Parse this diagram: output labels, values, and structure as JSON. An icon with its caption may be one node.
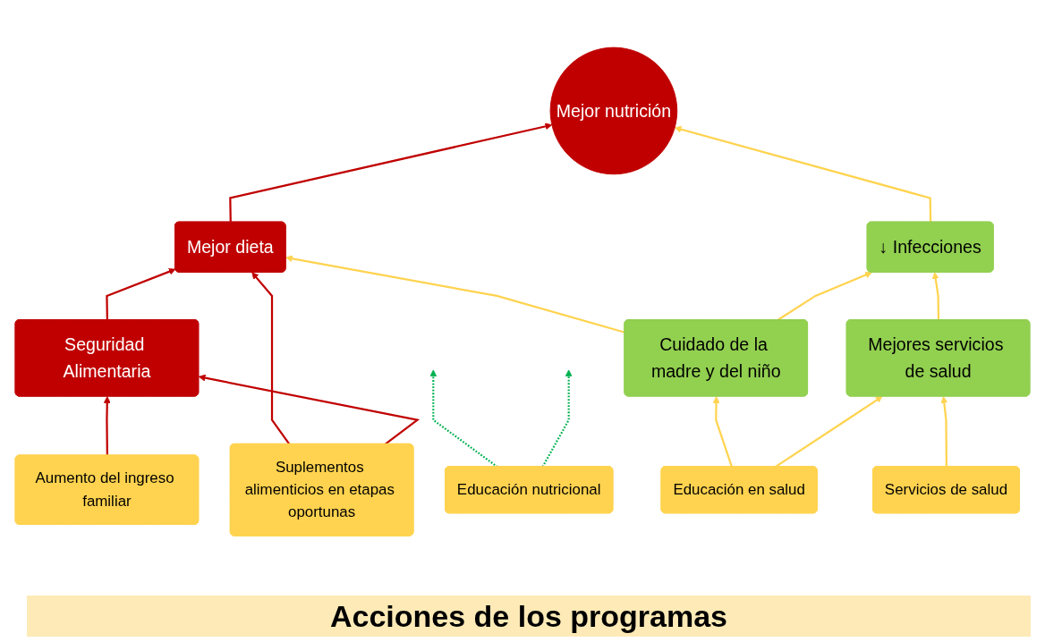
{
  "diagram": {
    "caption": "Acciones de los programas",
    "nodes": [
      {
        "text": [
          "Mejor nutrición"
        ]
      },
      {
        "text": [
          "Mejor dieta"
        ]
      },
      {
        "text": [
          "↓ Infecciones"
        ]
      },
      {
        "text": [
          "Seguridad Alimentaria"
        ]
      },
      {
        "text": [
          "Cuidado de la madre y del niño"
        ]
      },
      {
        "text": [
          "Mejores servicios de salud"
        ]
      },
      {
        "text": [
          "Aumento del ingreso familiar"
        ]
      },
      {
        "text": [
          "Educación nutricional"
        ]
      },
      {
        "text": [
          "Suplementos alimenticios en etapas oportunas"
        ]
      },
      {
        "text": [
          "Educación en salud"
        ]
      },
      {
        "text": [
          "Servicios de salud"
        ]
      }
    ],
    "edges": [
      {
        "from": 1,
        "to": 0,
        "arrow": "to",
        "color": "#c00000"
      },
      {
        "from": 2,
        "to": 0,
        "arrow": "to"
      },
      {
        "from": 3,
        "to": 1,
        "arrow": "to",
        "color": "#c00000"
      },
      {
        "from": 8,
        "to": 1,
        "arrow": "to",
        "color": "#c00000"
      },
      {
        "from": 4,
        "to": 1,
        "arrow": "to"
      },
      {
        "from": 4,
        "to": 2,
        "arrow": "to"
      },
      {
        "from": 5,
        "to": 2,
        "arrow": "to"
      },
      {
        "from": 6,
        "to": 3,
        "arrow": "to",
        "color": "#c00000"
      },
      {
        "from": 8,
        "to": 3,
        "arrow": "to",
        "color": "#c00000"
      },
      {
        "from": 7,
        "to": null,
        "arrow": "to",
        "style": "dashed",
        "color": "#00b050"
      },
      {
        "from": 7,
        "to": null,
        "arrow": "to",
        "style": "dashed",
        "color": "#00b050"
      },
      {
        "from": 9,
        "to": 4,
        "arrow": "to"
      },
      {
        "from": 9,
        "to": 5,
        "arrow": "to"
      },
      {
        "from": 10,
        "to": 5,
        "arrow": "to"
      }
    ]
  }
}
